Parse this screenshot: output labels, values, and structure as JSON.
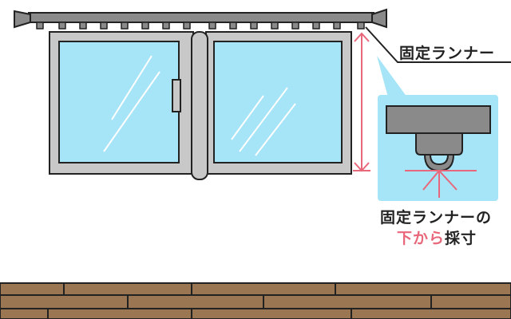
{
  "labels": {
    "runner_label": "固定ランナー",
    "caption_line1": "固定ランナーの",
    "caption_line2_highlight": "下から",
    "caption_line2_rest": "採寸"
  },
  "colors": {
    "glass": "#a6e4f7",
    "frame": "#c8c8c8",
    "rail": "#8a8a8a",
    "measure": "#e8677a",
    "floor": "#9b7653",
    "callout": "#a6e4f7"
  }
}
